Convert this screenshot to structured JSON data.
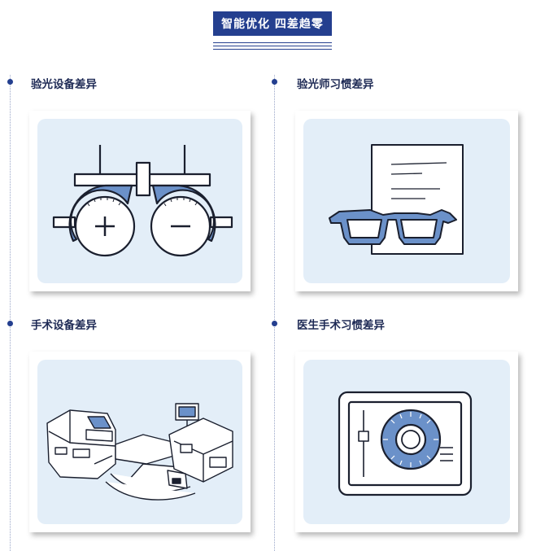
{
  "header": {
    "title": "智能优化 四差趋零"
  },
  "sections": [
    {
      "label": "验光设备差异",
      "icon": "trial-frame-icon"
    },
    {
      "label": "验光师习惯差异",
      "icon": "glasses-prescription-icon"
    },
    {
      "label": "手术设备差异",
      "icon": "surgical-equipment-icon"
    },
    {
      "label": "医生手术习惯差异",
      "icon": "eye-monitor-icon"
    }
  ],
  "colors": {
    "header_bg": "#243f8f",
    "accent_blue": "#6b91c9",
    "card_bg": "#e3eef8",
    "line": "#1a1f2e"
  }
}
